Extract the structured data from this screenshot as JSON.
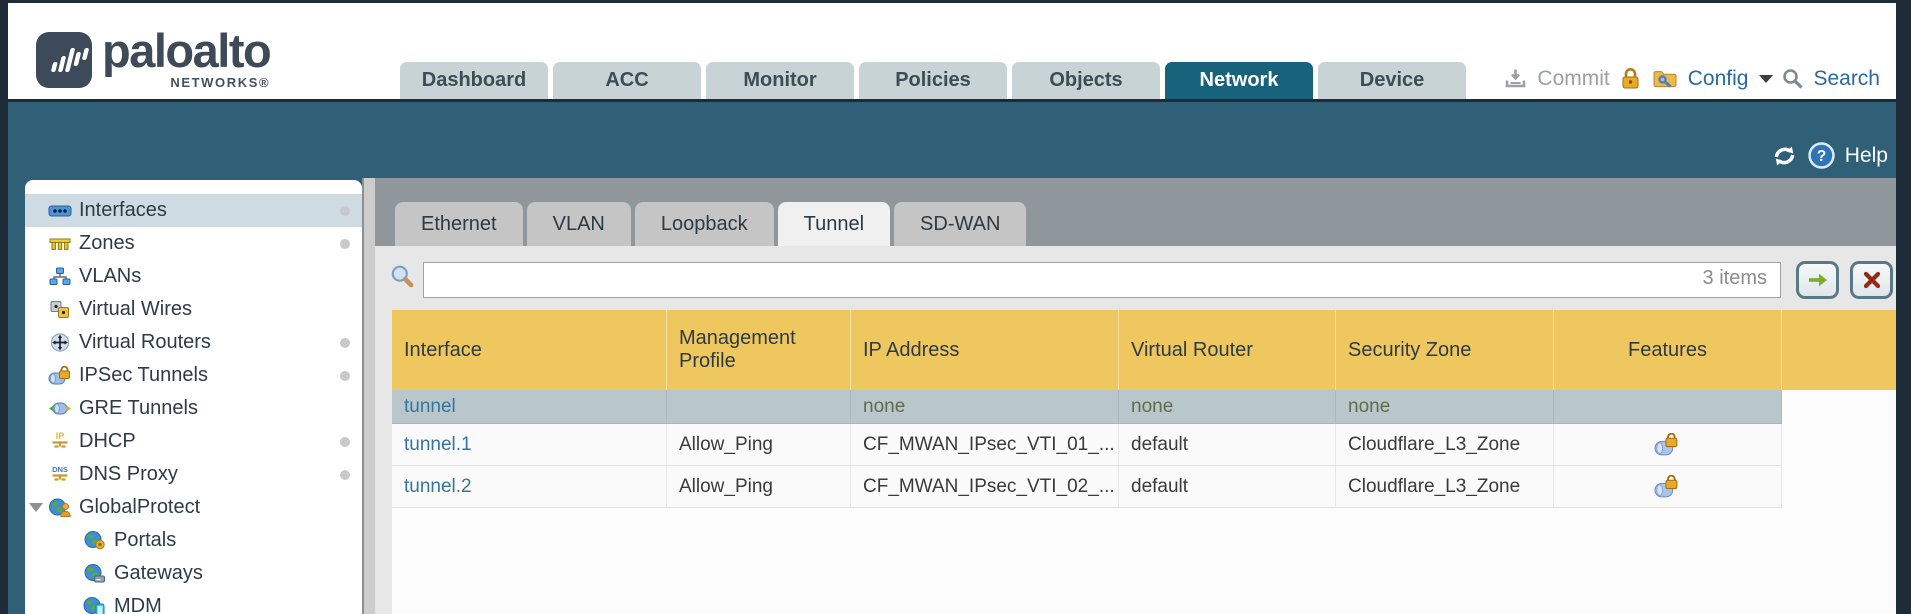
{
  "brand": {
    "name": "paloalto",
    "sub": "NETWORKS®"
  },
  "nav": {
    "tabs": [
      {
        "label": "Dashboard",
        "active": false
      },
      {
        "label": "ACC",
        "active": false
      },
      {
        "label": "Monitor",
        "active": false
      },
      {
        "label": "Policies",
        "active": false
      },
      {
        "label": "Objects",
        "active": false
      },
      {
        "label": "Network",
        "active": true
      },
      {
        "label": "Device",
        "active": false
      }
    ],
    "utilities": {
      "commit": "Commit",
      "config": "Config",
      "search": "Search"
    }
  },
  "toolbar": {
    "help": "Help"
  },
  "sidebar": {
    "items": [
      {
        "label": "Interfaces",
        "selected": true,
        "dot": true
      },
      {
        "label": "Zones",
        "dot": true
      },
      {
        "label": "VLANs"
      },
      {
        "label": "Virtual Wires"
      },
      {
        "label": "Virtual Routers",
        "dot": true
      },
      {
        "label": "IPSec Tunnels",
        "dot": true
      },
      {
        "label": "GRE Tunnels"
      },
      {
        "label": "DHCP",
        "dot": true
      },
      {
        "label": "DNS Proxy",
        "dot": true
      },
      {
        "label": "GlobalProtect",
        "expanded": true
      },
      {
        "label": "Portals",
        "indent": true
      },
      {
        "label": "Gateways",
        "indent": true
      },
      {
        "label": "MDM",
        "indent": true
      }
    ]
  },
  "main": {
    "subtabs": [
      {
        "label": "Ethernet",
        "active": false
      },
      {
        "label": "VLAN",
        "active": false
      },
      {
        "label": "Loopback",
        "active": false
      },
      {
        "label": "Tunnel",
        "active": true
      },
      {
        "label": "SD-WAN",
        "active": false
      }
    ],
    "search": {
      "value": "",
      "count_label": "3 items"
    },
    "table": {
      "columns": [
        "Interface",
        "Management Profile",
        "IP Address",
        "Virtual Router",
        "Security Zone",
        "Features"
      ],
      "rows": [
        {
          "interface": "tunnel",
          "management_profile": "",
          "ip_address": "none",
          "virtual_router": "none",
          "security_zone": "none",
          "features_lock": false,
          "selected": true
        },
        {
          "interface": "tunnel.1",
          "management_profile": "Allow_Ping",
          "ip_address": "CF_MWAN_IPsec_VTI_01_...",
          "virtual_router": "default",
          "security_zone": "Cloudflare_L3_Zone",
          "features_lock": true
        },
        {
          "interface": "tunnel.2",
          "management_profile": "Allow_Ping",
          "ip_address": "CF_MWAN_IPsec_VTI_02_...",
          "virtual_router": "default",
          "security_zone": "Cloudflare_L3_Zone",
          "features_lock": true
        }
      ]
    }
  },
  "colors": {
    "tab_active": "#19627b",
    "teal_bar": "#2f6078",
    "table_header": "#eec85f",
    "selected_row": "#b9c6cc",
    "link": "#35759c",
    "none_value": "#5e6c49"
  }
}
